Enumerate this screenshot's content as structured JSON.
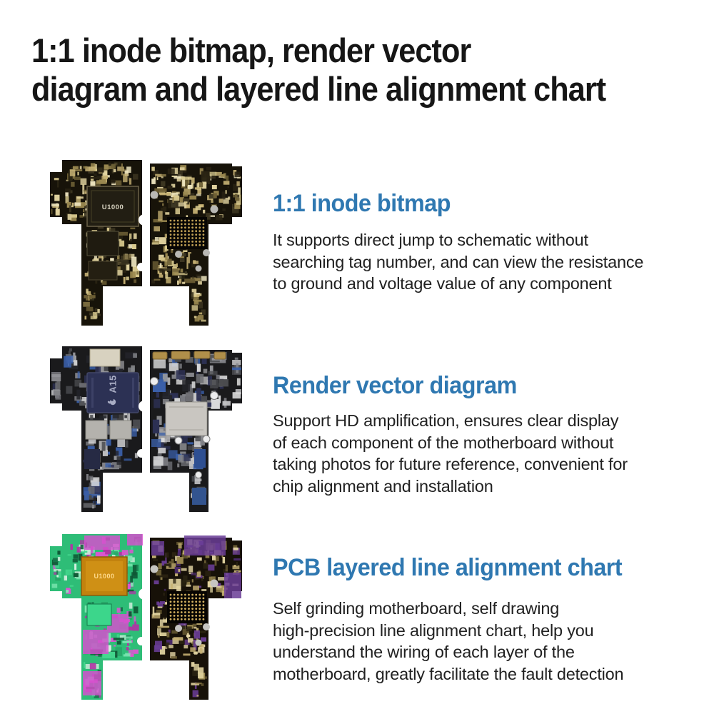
{
  "page": {
    "background": "#ffffff"
  },
  "accent_color": "#2f78b1",
  "title": {
    "text": "1:1 inode bitmap, render vector\ndiagram and layered line alignment chart",
    "color": "#161616"
  },
  "sections": [
    {
      "heading": "1:1 inode bitmap",
      "body": "It supports direct jump to schematic without\nsearching tag number, and can view the resistance\nto ground and voltage value of any component",
      "board": {
        "name": "pcb-photo-bitmap",
        "chip_label": "U1000",
        "left_base": "#171309",
        "right_base": "#171309",
        "left_palette": [
          "#c7b274",
          "#9a8850",
          "#e2d4a0",
          "#6d5f35",
          "#3e3722",
          "#d8c98e",
          "#292313",
          "#efe6c0"
        ],
        "right_palette": [
          "#c7b274",
          "#9a8850",
          "#e2d4a0",
          "#6d5f35",
          "#3e3722",
          "#d8c98e",
          "#292313",
          "#efe6c0"
        ],
        "chip_fill": "#221e13",
        "chip_stroke": "#6a6148",
        "chip_text": "#d9d4c2",
        "bga_fill": "#070604",
        "bga_dot_color": "#bfa055",
        "screw_color": "#b9b8b4",
        "notch_color": "#ffffff"
      }
    },
    {
      "heading": "Render vector diagram",
      "body": "Support HD amplification, ensures clear display\nof each component of the motherboard without\ntaking photos for future reference, convenient for\nchip alignment and installation",
      "board": {
        "name": "pcb-render-vector",
        "chip_label": "A15",
        "left_base": "#1a1a1c",
        "right_base": "#1a1a1c",
        "left_palette": [
          "#98999d",
          "#6f7075",
          "#c6c6c8",
          "#3a5fa8",
          "#2d3154",
          "#4b4c50",
          "#85868b",
          "#d9d9da",
          "#23242a"
        ],
        "right_palette": [
          "#98999d",
          "#6f7075",
          "#c6c6c8",
          "#3a5fa8",
          "#2d3154",
          "#4b4c50",
          "#85868b",
          "#d9d9da",
          "#23242a"
        ],
        "chip_fill": "#2c3154",
        "chip_stroke": "#424768",
        "chip_text": "#a9adc4",
        "shield_fill": "#c9c6c1",
        "shield_stroke": "#98958f",
        "connector_gold": "#b08f4a",
        "screw_color": "#ededee",
        "notch_color": "#ffffff"
      }
    },
    {
      "heading": "PCB layered line alignment chart",
      "body": "Self grinding motherboard, self drawing\nhigh-precision line alignment chart, help you\nunderstand the wiring of each layer of the\nmotherboard, greatly facilitate the fault detection",
      "board": {
        "name": "pcb-layered-chart",
        "chip_label": "U1000",
        "left_base": "#2ebd77",
        "right_base": "#171108",
        "left_palette": [
          "#28a466",
          "#7fe8b4",
          "#17744a",
          "#dd55d2",
          "#b133a5",
          "#d6f0e0",
          "#0e5634",
          "#45d88f"
        ],
        "right_palette": [
          "#c7b274",
          "#9a8850",
          "#e2d4a0",
          "#6d5f35",
          "#6a3d96",
          "#4a2a6b",
          "#2b2412",
          "#e8d9a8"
        ],
        "chip_fill": "#c2820e",
        "chip_inner": "#cf9015",
        "chip_text": "#ffda8c",
        "magenta": "#d94fd0",
        "purple": "#6a3d96",
        "bga_fill": "#070502",
        "bga_dot_color": "#d2b060",
        "screw_color": "#c6c5c2",
        "notch_color": "#ffffff"
      }
    }
  ]
}
